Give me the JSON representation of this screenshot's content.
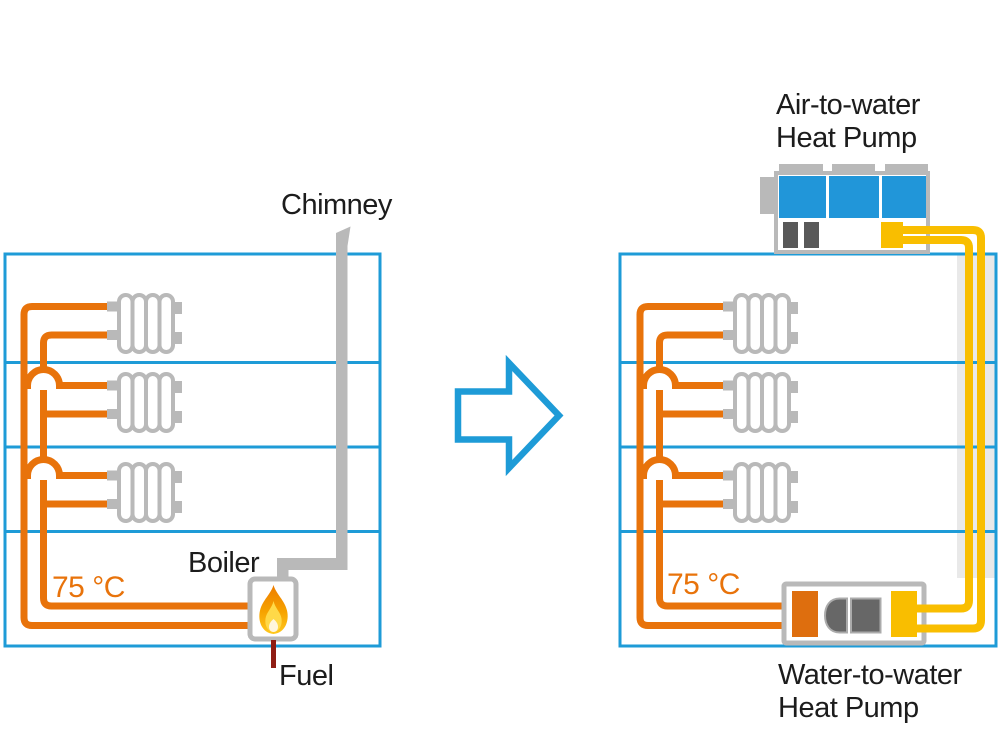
{
  "diagram": {
    "left_system": {
      "chimney_label": "Chimney",
      "boiler_label": "Boiler",
      "fuel_label": "Fuel",
      "supply_temp": "75 °C",
      "radiator_count": 3,
      "floor_count": 4
    },
    "right_system": {
      "air_heat_pump": [
        "Air-to-water",
        "Heat Pump"
      ],
      "water_heat_pump": [
        "Water-to-water",
        "Heat Pump"
      ],
      "supply_temp": "75 °C",
      "radiator_count": 3,
      "floor_count": 4
    },
    "colors": {
      "radiator_pipe_orange": "#E8730B",
      "heat_pump_orange": "#DE6E0E",
      "low_temp_yellow": "#F9BE00",
      "building_blue": "#1E9BD7",
      "panel_blue": "#2196D9",
      "metal_gray": "#B9B9B9",
      "dark_gray": "#595959",
      "shaft_gray": "#E9E9E9",
      "fuel_dark_red": "#8F1D14",
      "label_black": "#1C1C1C"
    }
  }
}
